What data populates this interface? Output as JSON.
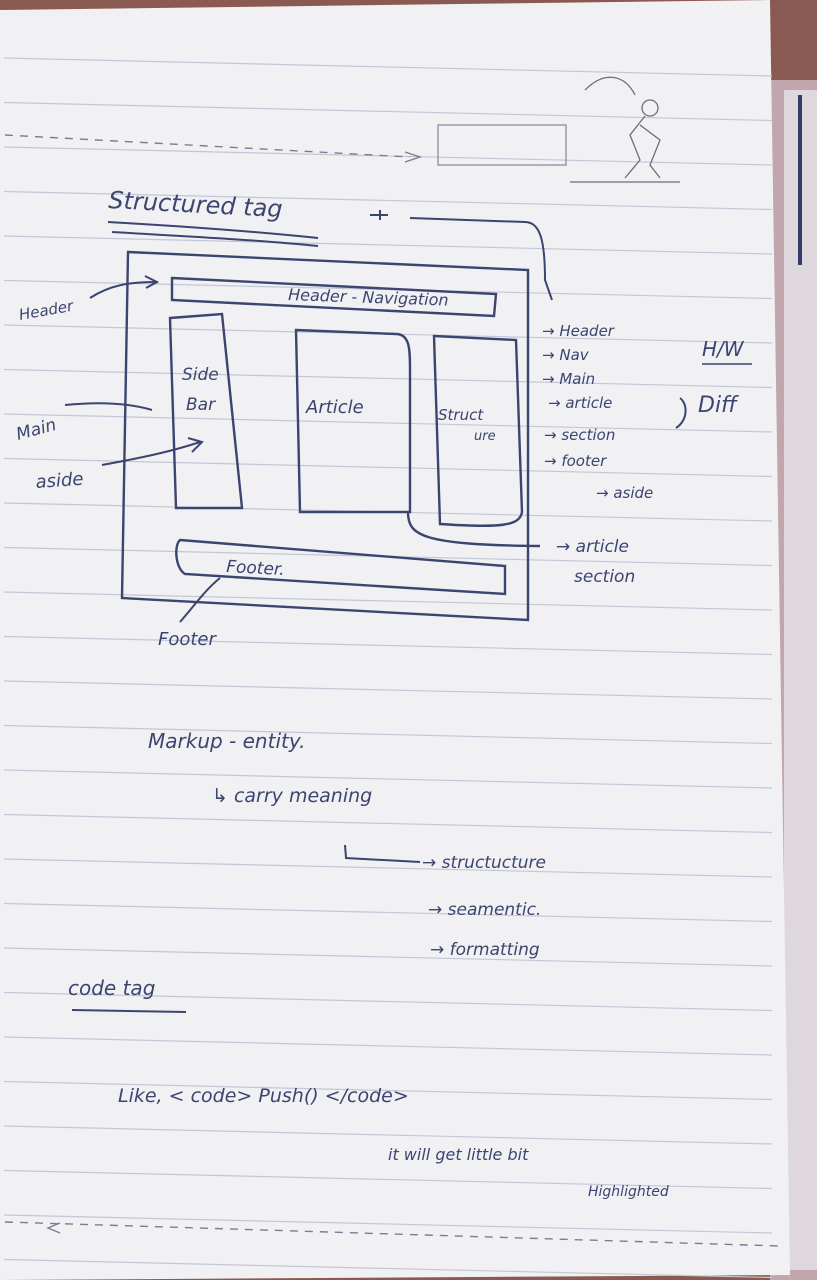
{
  "page": {
    "heading": "Structured tag",
    "diagram": {
      "header_bar": "Header - Navigation",
      "sidebar": [
        "Side",
        "Bar"
      ],
      "article": "Article",
      "structure": [
        "Struct",
        "ure"
      ],
      "footer_bar": "Footer.",
      "left_labels": [
        "Header",
        "Main",
        "aside",
        "Footer"
      ]
    },
    "tag_list": [
      "Header",
      "Nav",
      "Main",
      "article",
      "section",
      "footer",
      "aside"
    ],
    "hw_label": "H/W",
    "diff_label": "Diff",
    "diff_items": [
      "article",
      "section"
    ],
    "markup": {
      "line": "Markup - entity.",
      "carry": "carry meaning",
      "items": [
        "structucture",
        "seamentic.",
        "formatting"
      ]
    },
    "code_heading": "code tag",
    "example": {
      "line": "Like, < code> Push() </code>",
      "note1": "it will get little bit",
      "note2": "Highlighted"
    }
  },
  "colors": {
    "paper": "#f1f1f4",
    "ink": "#3c4470",
    "rule": "#c3c6d6",
    "cloth": "#8a5a52"
  }
}
